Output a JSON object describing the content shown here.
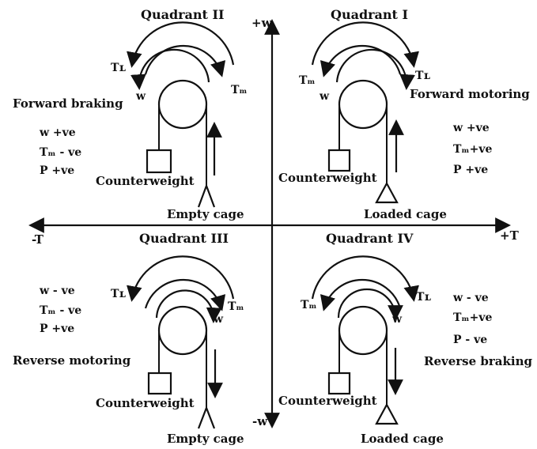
{
  "axes": {
    "pos_speed": "+w",
    "neg_speed": "-w",
    "pos_torque": "+T",
    "neg_torque": "-T"
  },
  "quadrants": {
    "q1": {
      "title": "Quadrant I",
      "mode": "Forward motoring",
      "motor_torque": "Tₘ",
      "load_torque": "Tʟ",
      "speed": "w",
      "signs": [
        "w  +ve",
        "Tₘ+ve",
        "P  +ve"
      ],
      "counterweight": "Counterweight",
      "cage": "Loaded cage"
    },
    "q2": {
      "title": "Quadrant II",
      "mode": "Forward braking",
      "motor_torque": "Tₘ",
      "load_torque": "Tʟ",
      "speed": "w",
      "signs": [
        "w  +ve",
        "Tₘ - ve",
        "P  +ve"
      ],
      "counterweight": "Counterweight",
      "cage": "Empty cage"
    },
    "q3": {
      "title": "Quadrant III",
      "mode": "Reverse motoring",
      "motor_torque": "Tₘ",
      "load_torque": "Tʟ",
      "speed": "w",
      "signs": [
        "w  - ve",
        "Tₘ - ve",
        "P  +ve"
      ],
      "counterweight": "Counterweight",
      "cage": "Empty cage"
    },
    "q4": {
      "title": "Quadrant IV",
      "mode": "Reverse braking",
      "motor_torque": "Tₘ",
      "load_torque": "Tʟ",
      "speed": "w",
      "signs": [
        "w  - ve",
        "Tₘ+ve",
        "P  - ve"
      ],
      "counterweight": "Counterweight",
      "cage": "Loaded cage"
    }
  }
}
